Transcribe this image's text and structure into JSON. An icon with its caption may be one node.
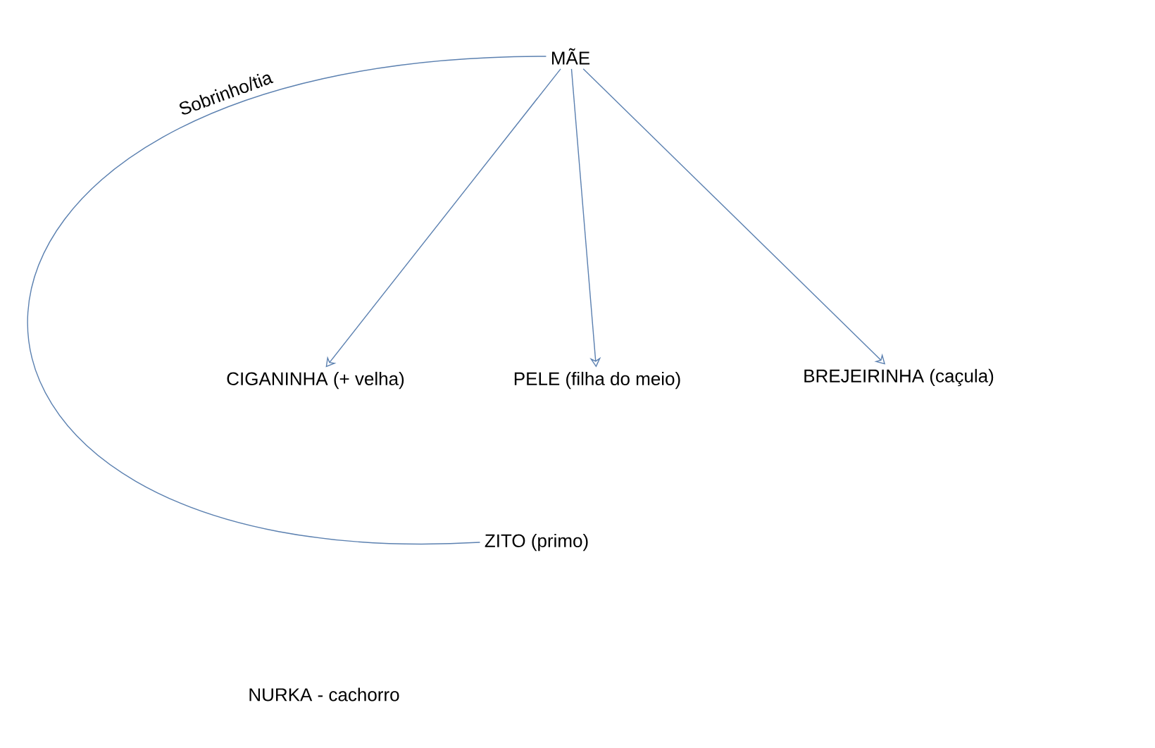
{
  "diagram": {
    "nodes": [
      {
        "text": [
          "MÃE"
        ]
      },
      {
        "text": [
          "CIGANINHA (+ velha)"
        ]
      },
      {
        "text": [
          "PELE (filha do meio)"
        ]
      },
      {
        "text": [
          "BREJEIRINHA (caçula)"
        ]
      },
      {
        "text": [
          "ZITO (primo)"
        ]
      },
      {
        "text": [
          "NURKA - cachorro"
        ]
      }
    ],
    "edges": [
      {
        "from": 0,
        "to": 1,
        "arrow": "to"
      },
      {
        "from": 0,
        "to": 2,
        "arrow": "to"
      },
      {
        "from": 0,
        "to": 3,
        "arrow": "to"
      },
      {
        "from": 0,
        "to": 4,
        "arrow": "none",
        "label": "Sobrinho/tia"
      }
    ]
  }
}
